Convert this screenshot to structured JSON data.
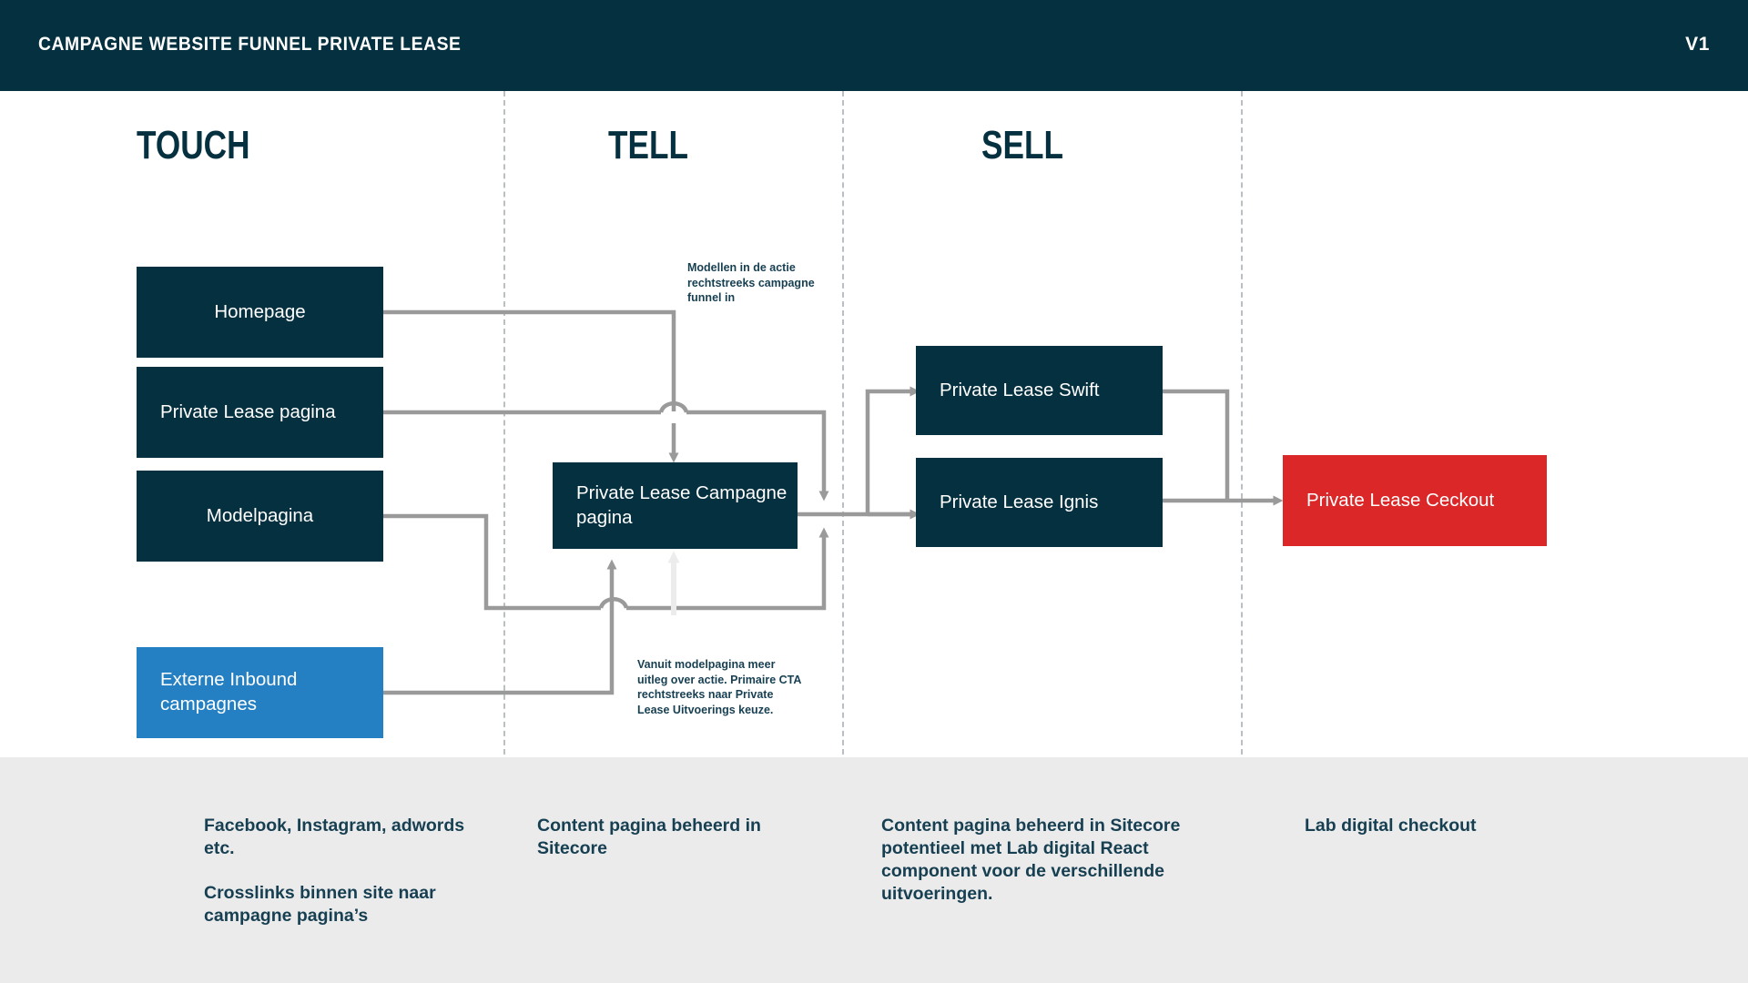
{
  "header": {
    "title": "CAMPAGNE WEBSITE FUNNEL PRIVATE LEASE",
    "version": "V1"
  },
  "colors": {
    "header_bg": "#05303f",
    "node_navy": "#05303f",
    "node_blue": "#2580c3",
    "node_red": "#db2727",
    "connector": "#9a9a9a",
    "connector_muted": "#ececec",
    "footer_bg": "#ebebeb",
    "text_dark": "#173f52",
    "divider": "#b9bfc2"
  },
  "stages": [
    {
      "label": "TOUCH"
    },
    {
      "label": "TELL"
    },
    {
      "label": "SELL"
    }
  ],
  "nodes": {
    "homepage": "Homepage",
    "private_lease_pagina": "Private Lease pagina",
    "modelpagina": "Modelpagina",
    "externe_inbound": "Externe Inbound campagnes",
    "campagne_pagina": "Private Lease Campagne pagina",
    "swift": "Private Lease Swift",
    "ignis": "Private Lease Ignis",
    "checkout": "Private Lease Ceckout"
  },
  "notes": {
    "top": "Modellen in de actie rechtstreeks campagne funnel in",
    "bottom": "Vanuit modelpagina meer uitleg over actie. Primaire CTA rechtstreeks naar Private Lease Uitvoerings keuze."
  },
  "footer": {
    "touch": [
      "Facebook, Instagram, adwords etc.",
      "Crosslinks binnen site naar campagne pagina’s"
    ],
    "tell": [
      "Content pagina beheerd in Sitecore"
    ],
    "sell": [
      "Content pagina beheerd in Sitecore potentieel met Lab digital React component voor de verschillende uitvoeringen."
    ],
    "checkout": [
      "Lab digital checkout"
    ]
  }
}
